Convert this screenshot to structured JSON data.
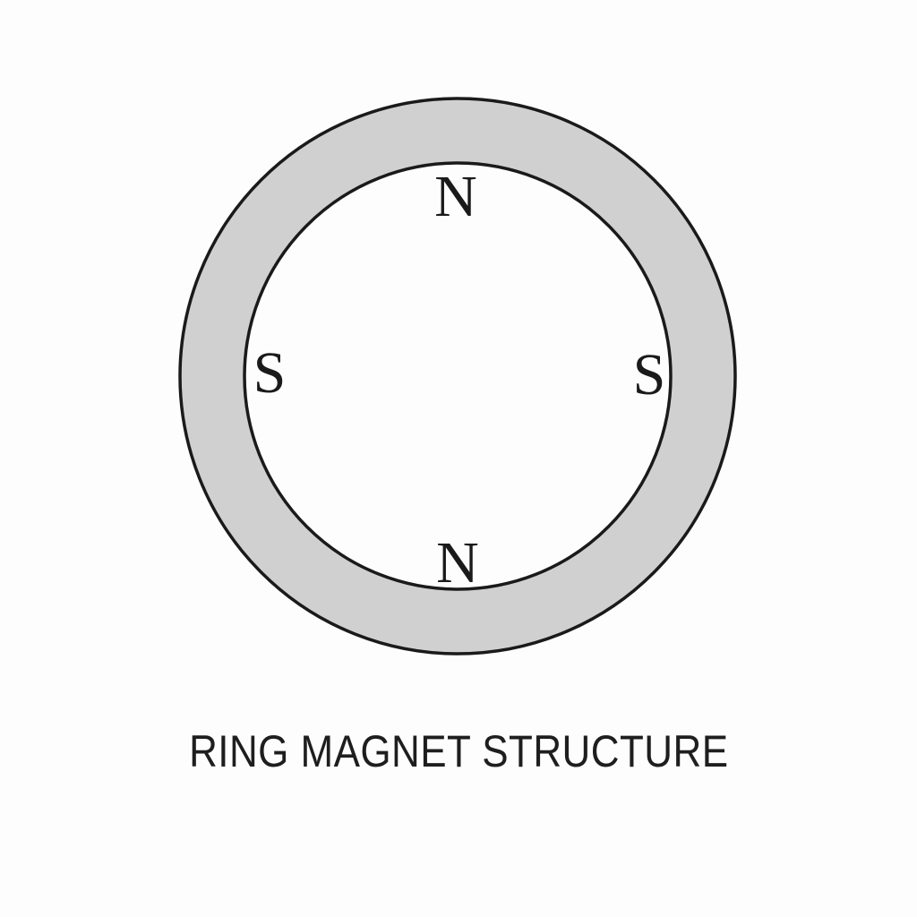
{
  "title": "RING MAGNET STRUCTURE",
  "diagram": {
    "type": "ring-magnet",
    "poles": {
      "top": "N",
      "left": "S",
      "right": "S",
      "bottom": "N"
    },
    "colors": {
      "background": "#fdfdfd",
      "ring_fill": "#d0d0d0",
      "ring_stroke": "#1a1a1a",
      "inner_fill": "#fdfdfd",
      "label_text": "#1a1a1a",
      "title_text": "#1e1e1e"
    }
  }
}
